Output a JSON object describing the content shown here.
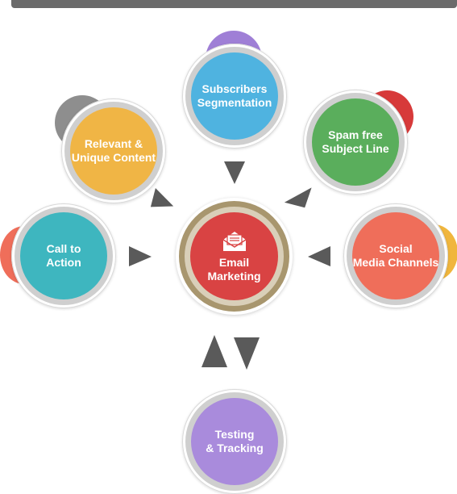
{
  "center": {
    "line1": "Email",
    "line2": "Marketing",
    "icon": "envelope-icon",
    "color": "#d94343",
    "ring": "#a8966e"
  },
  "nodes": {
    "subscribers": {
      "line1": "Subscribers",
      "line2": "Segmentation",
      "color": "#4fb3e0",
      "accent": "#9f7fd6"
    },
    "spam": {
      "line1": "Spam free",
      "line2": "Subject Line",
      "color": "#5aae5c",
      "accent": "#d73a3a"
    },
    "social": {
      "line1": "Social",
      "line2": "Media Channels",
      "color": "#ef6e5a",
      "accent": "#f0b63d"
    },
    "testing": {
      "line1": "Testing",
      "line2": "& Tracking",
      "color": "#a98bdc"
    },
    "cta": {
      "line1": "Call to",
      "line2": "Action",
      "color": "#3eb6bf",
      "accent": "#ef6e5a"
    },
    "relevant": {
      "line1": "Relevant &",
      "line2": "Unique Content",
      "color": "#f0b545",
      "accent": "#8e8e8e"
    }
  },
  "arrow_color": "#5a5a5a"
}
